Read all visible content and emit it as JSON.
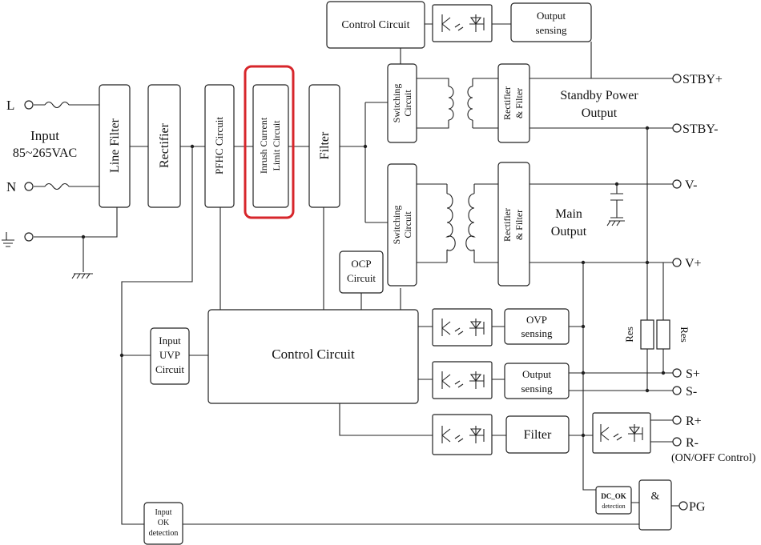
{
  "colors": {
    "highlight": "#d7262b",
    "line": "#222222"
  },
  "blocks": {
    "line_filter": "Line Filter",
    "rectifier": "Rectifier",
    "pfhc": "PFHC Circuit",
    "inrush_l1": "Inrush Current",
    "inrush_l2": "Limit Circuit",
    "filter_main": "Filter",
    "standby_switching_l1": "Switching",
    "standby_switching_l2": "Circuit",
    "main_switching_l1": "Switching",
    "main_switching_l2": "Circuit",
    "standby_rectifier_l1": "Rectifier",
    "standby_rectifier_l2": "& Filter",
    "main_rectifier_l1": "Rectifier",
    "main_rectifier_l2": "& Filter",
    "top_control": "Control Circuit",
    "output_sensing_top_l1": "Output",
    "output_sensing_top_l2": "sensing",
    "ocp_l1": "OCP",
    "ocp_l2": "Circuit",
    "control_main": "Control Circuit",
    "input_uvp_l1": "Input",
    "input_uvp_l2": "UVP",
    "input_uvp_l3": "Circuit",
    "ovp_l1": "OVP",
    "ovp_l2": "sensing",
    "output_sensing_l1": "Output",
    "output_sensing_l2": "sensing",
    "filter_signal": "Filter",
    "dc_ok_l1": "DC_OK",
    "dc_ok_l2": "detection",
    "and_gate": "&",
    "input_ok_l1": "Input",
    "input_ok_l2": "OK",
    "input_ok_l3": "detection",
    "res_left": "Res",
    "res_right": "Res"
  },
  "labels": {
    "input_l": "L",
    "input_n": "N",
    "input_title": "Input",
    "input_range": "85~265VAC",
    "standby_l1": "Standby Power",
    "standby_l2": "Output",
    "main_l1": "Main",
    "main_l2": "Output"
  },
  "terminals": {
    "stby_plus": "STBY+",
    "stby_minus": "STBY-",
    "v_minus": "V-",
    "v_plus": "V+",
    "s_plus": "S+",
    "s_minus": "S-",
    "r_plus": "R+",
    "r_minus": "R-",
    "on_off": "(ON/OFF Control)",
    "pg": "PG"
  }
}
